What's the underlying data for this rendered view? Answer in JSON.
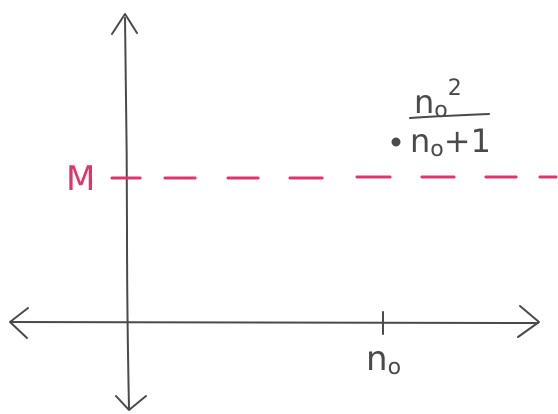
{
  "labels": {
    "m_label": "M",
    "n0_label": "n",
    "n0_subscript": "o",
    "point_numerator_base": "n",
    "point_numerator_sub": "o",
    "point_numerator_sup": "2",
    "point_denominator_base": "n",
    "point_denominator_sub": "o",
    "point_denominator_rest": "+1"
  },
  "colors": {
    "ink": "#4a4a4a",
    "accent": "#e0346b"
  }
}
